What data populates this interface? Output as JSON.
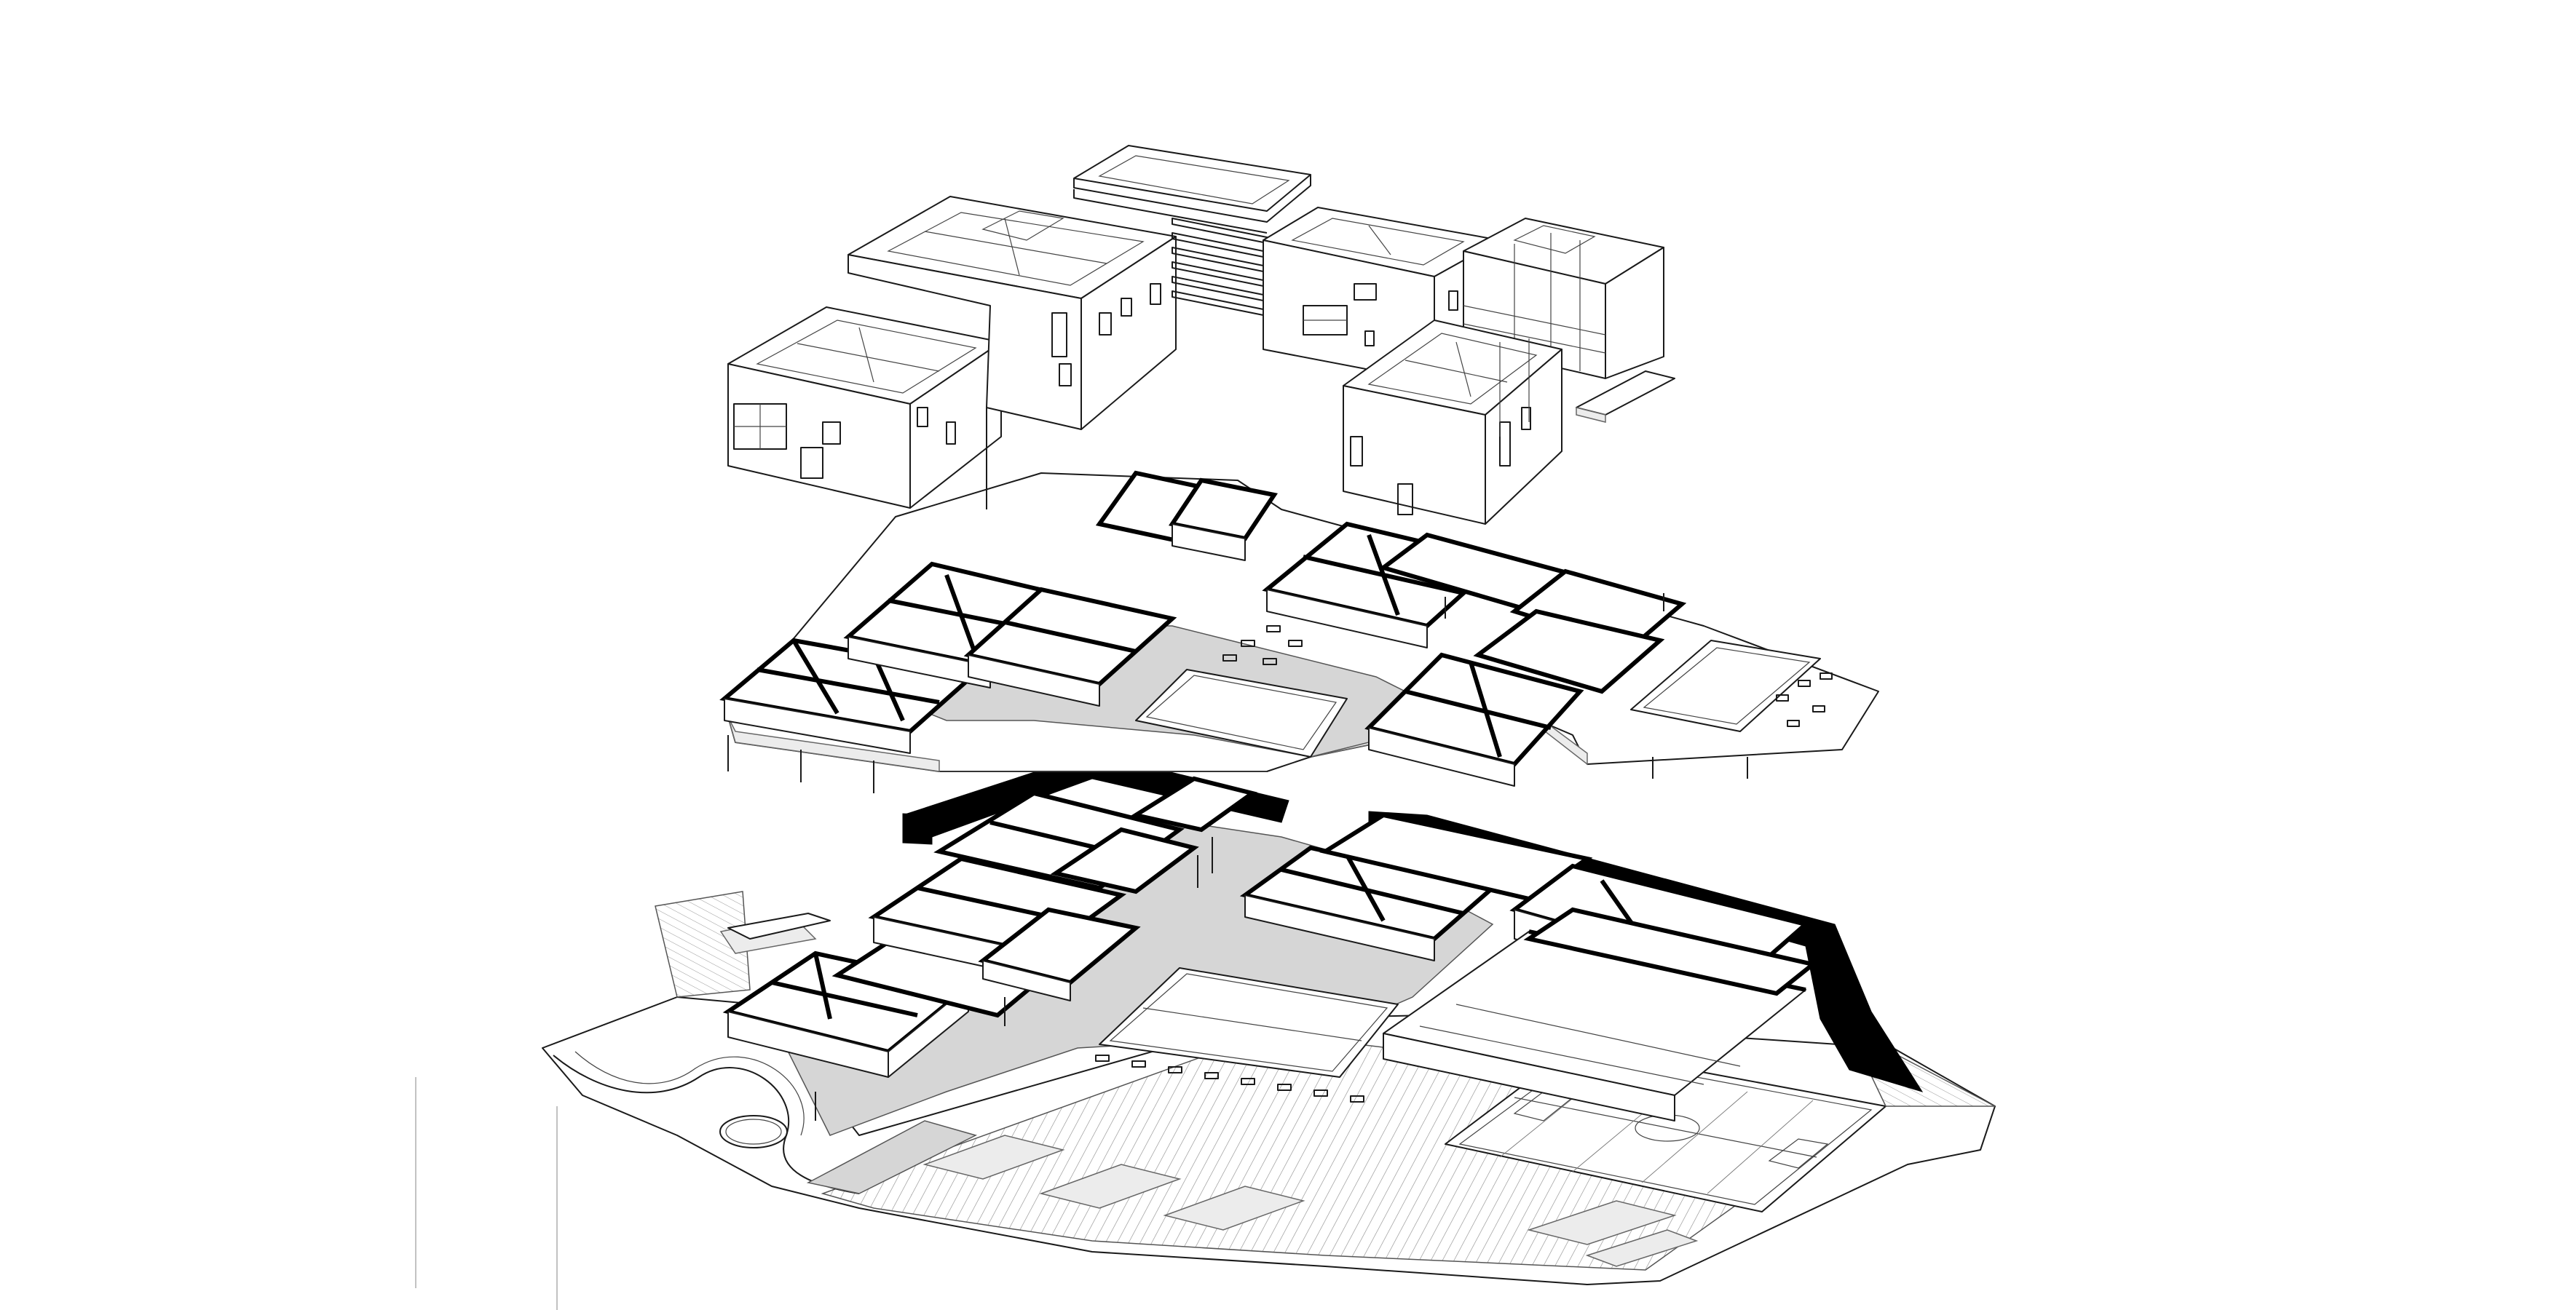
{
  "figure": {
    "palette": {
      "line": "#1a1a1a",
      "wall": "#000000",
      "paving": "#d6d6d6",
      "background": "#ffffff"
    },
    "layers": [
      {
        "name": "upper-volumes",
        "kind": "isometric-blocks"
      },
      {
        "name": "first-floor-plan",
        "kind": "isometric-plan"
      },
      {
        "name": "ground-floor-plan",
        "kind": "isometric-plan"
      },
      {
        "name": "site-plan",
        "kind": "site-with-sports-field"
      }
    ]
  }
}
